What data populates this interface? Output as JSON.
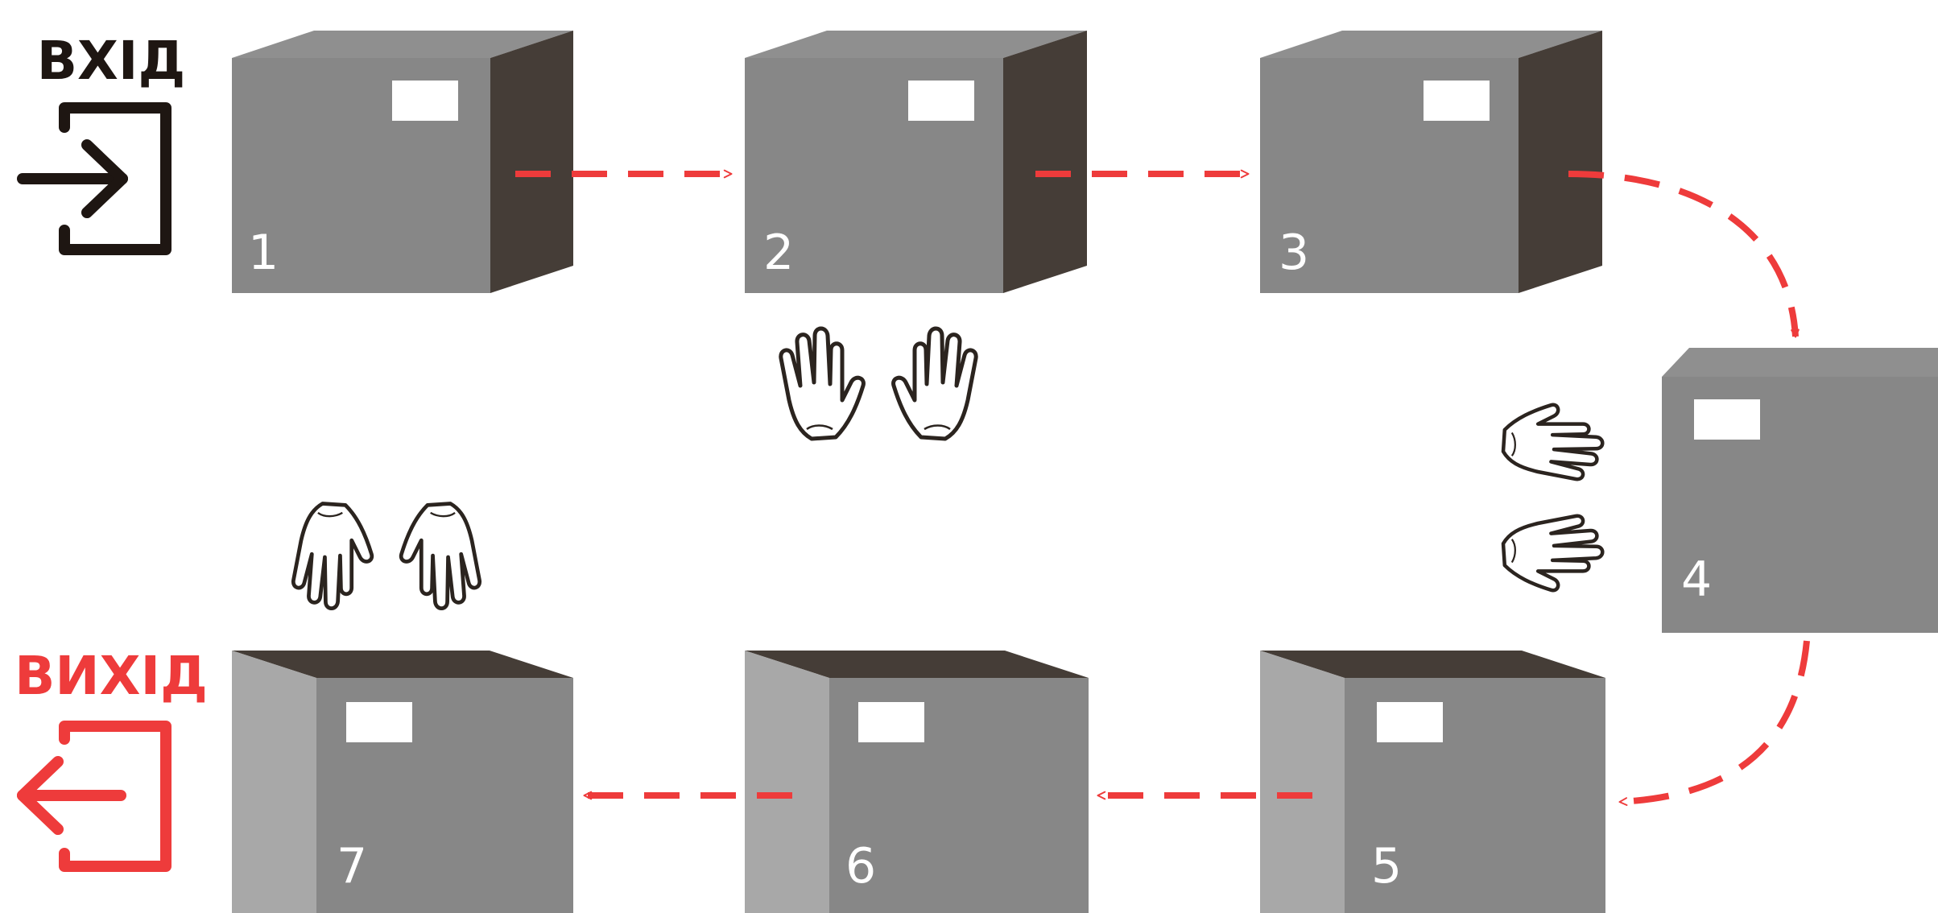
{
  "diagram": {
    "entry_label": "ВХІД",
    "exit_label": "ВИХІД",
    "boxes": [
      {
        "number": "1"
      },
      {
        "number": "2"
      },
      {
        "number": "3"
      },
      {
        "number": "4"
      },
      {
        "number": "5"
      },
      {
        "number": "6"
      },
      {
        "number": "7"
      }
    ],
    "colors": {
      "box_front": "#878787",
      "box_top": "#8f8f8f",
      "box_side_dark": "#453d37",
      "box_side_light": "#a8a8a8",
      "box_label": "#ffffff",
      "flow_arrow": "#ee3b3b",
      "entry": "#1e1612",
      "exit": "#ee3b3b",
      "hand_outline": "#2b241f"
    },
    "icons": [
      "enter-icon",
      "exit-icon",
      "hands-icon"
    ]
  }
}
